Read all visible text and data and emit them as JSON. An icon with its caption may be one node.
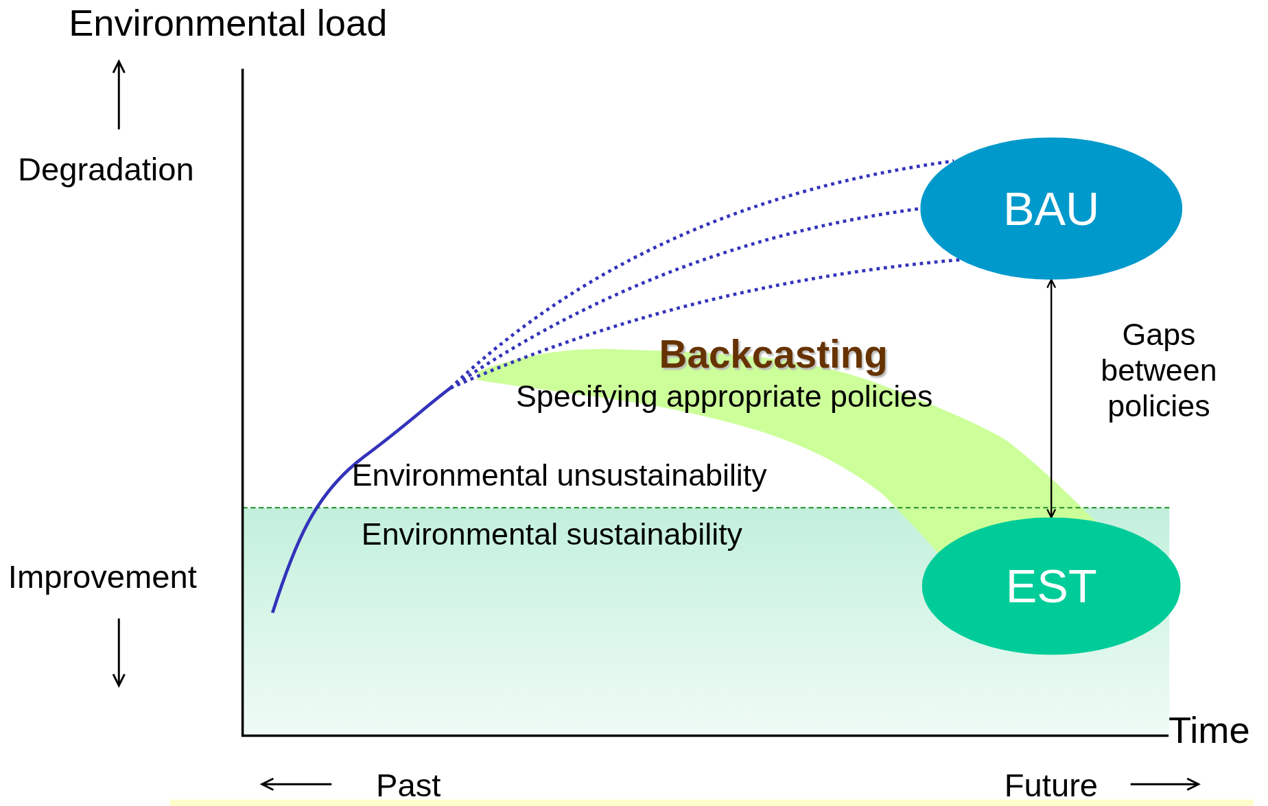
{
  "diagram": {
    "nodes": [
      {
        "text": [
          "BAU"
        ]
      },
      {
        "text": [
          "EST"
        ]
      },
      {
        "text": [],
        "shape": "line"
      }
    ],
    "edges": [
      {
        "from": 2,
        "to": 0,
        "arrow": "none",
        "style": "dashed",
        "color": "#3333bb"
      },
      {
        "from": 2,
        "to": 0,
        "arrow": "none",
        "style": "dashed",
        "color": "#3333bb"
      },
      {
        "from": 2,
        "to": 0,
        "arrow": "none",
        "style": "dashed",
        "color": "#3333bb"
      },
      {
        "from": 0,
        "to": 1,
        "arrow": "both",
        "color": "#000000"
      }
    ],
    "labels": [
      "Environmental load",
      "Degradation",
      "Gaps between policies",
      "Backcasting",
      "Specifying appropriate policies",
      "Environmental unsustainability",
      "Environmental sustainability",
      "Improvement",
      "Time",
      "Past",
      "Future"
    ]
  }
}
